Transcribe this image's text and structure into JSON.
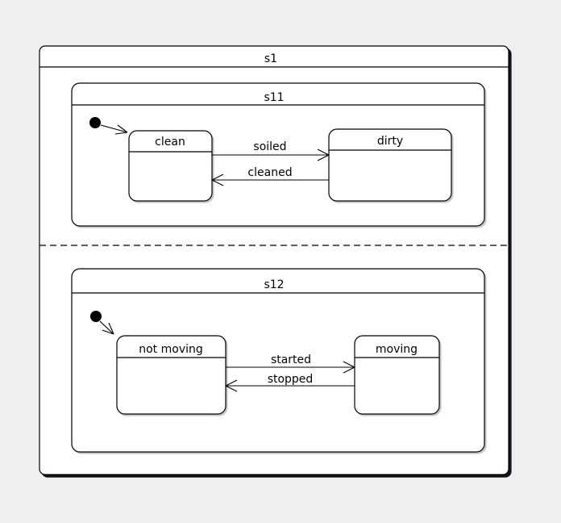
{
  "diagram": {
    "type": "uml-state-machine",
    "colors": {
      "background": "#efefef",
      "state_fill": "#ffffff",
      "stroke": "#000000",
      "outer_shadow": "#15151f",
      "inner_shadow": "#c9c9c9"
    },
    "s1": {
      "label": "s1",
      "region_top": {
        "s11": {
          "label": "s11",
          "initial_target": "clean",
          "clean": {
            "label": "clean"
          },
          "dirty": {
            "label": "dirty"
          },
          "soiled": {
            "label": "soiled",
            "from": "clean",
            "to": "dirty"
          },
          "cleaned": {
            "label": "cleaned",
            "from": "dirty",
            "to": "clean"
          }
        }
      },
      "region_bottom": {
        "s12": {
          "label": "s12",
          "initial_target": "not moving",
          "not_moving": {
            "label": "not moving"
          },
          "moving": {
            "label": "moving"
          },
          "started": {
            "label": "started",
            "from": "not moving",
            "to": "moving"
          },
          "stopped": {
            "label": "stopped",
            "from": "moving",
            "to": "not moving"
          }
        }
      }
    }
  }
}
